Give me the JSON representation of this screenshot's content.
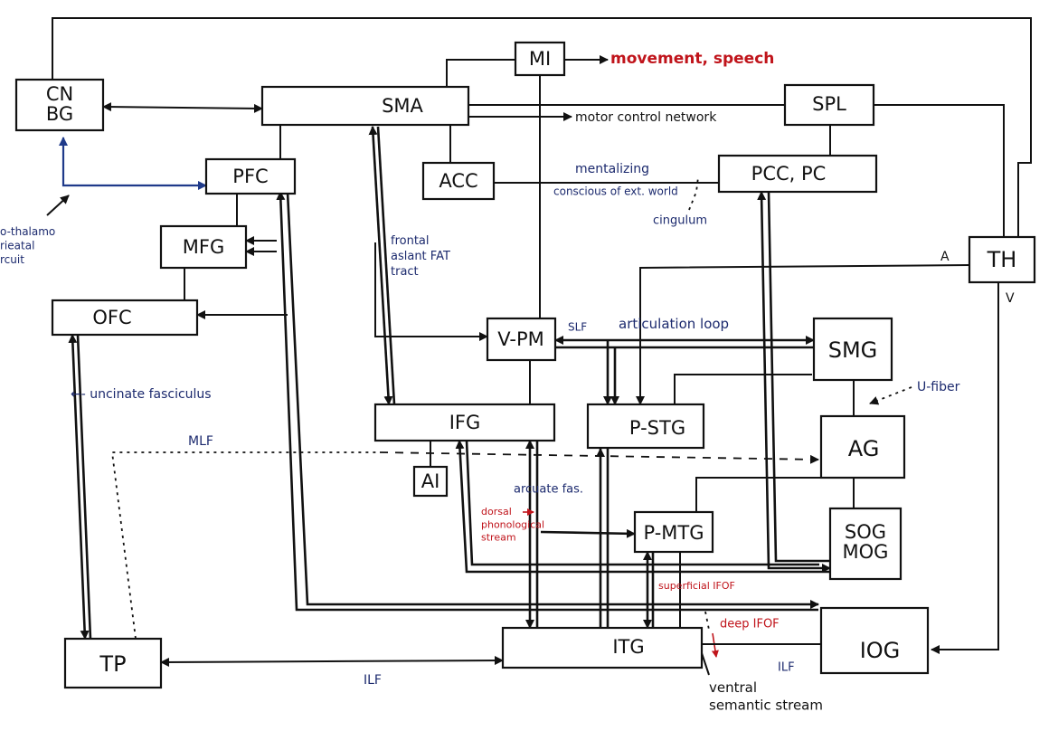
{
  "colors": {
    "ink": "#111111",
    "blue": "#1c2a6e",
    "red": "#c0141b"
  },
  "nodes": {
    "cn_bg": "CN\nBG",
    "mi": "MI",
    "sma": "SMA",
    "spl": "SPL",
    "pfc": "PFC",
    "acc": "ACC",
    "pcc_pc": "PCC, PC",
    "mfg": "MFG",
    "th": "TH",
    "ofc": "OFC",
    "v_pm": "V-PM",
    "smg": "SMG",
    "ifg": "IFG",
    "p_stg": "P-STG",
    "ag": "AG",
    "ai": "AI",
    "p_mtg": "P-MTG",
    "sog_mog": "SOG\nMOG",
    "tp": "TP",
    "itg": "ITG",
    "iog": "IOG"
  },
  "annotations": {
    "movement_speech": "movement, speech",
    "motor_control_network": "motor control network",
    "mentalizing": "mentalizing",
    "conscious_ext_world": "conscious of ext. world",
    "cingulum": "cingulum",
    "thalamo_parietal": "o-thalamo\nrieatal\nrcuit",
    "fat": "frontal\naslant FAT\ntract",
    "a": "A",
    "v": "V",
    "slf": "SLF",
    "articulation_loop": "articulation loop",
    "uncinate": "uncinate fasciculus",
    "u_fiber": "U-fiber",
    "mlf": "MLF",
    "arcuate": "arcuate fas.",
    "dorsal_stream": "dorsal\nphonological\nstream",
    "superficial_ifof": "superficial IFOF",
    "deep_ifof": "deep IFOF",
    "ilf_right": "ILF",
    "ilf_bottom": "ILF",
    "ventral_stream": "ventral\nsemantic stream"
  }
}
